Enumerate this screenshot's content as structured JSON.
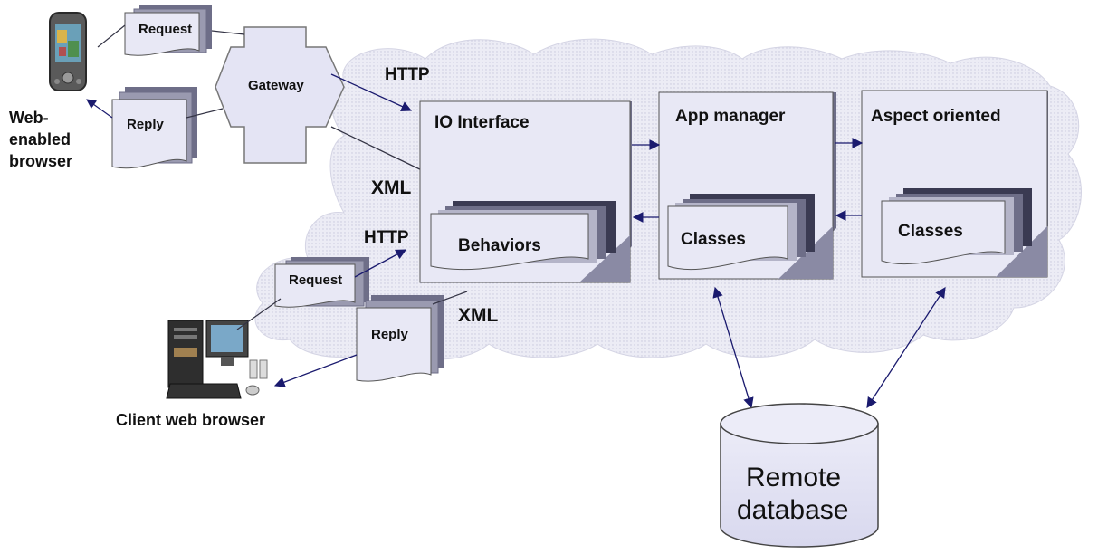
{
  "pda": {
    "caption": [
      "Web-",
      "enabled",
      "browser"
    ]
  },
  "pda_docs": {
    "request": "Request",
    "reply": "Reply"
  },
  "gateway": {
    "label": "Gateway"
  },
  "client": {
    "caption": "Client web browser"
  },
  "client_docs": {
    "request": "Request",
    "reply": "Reply"
  },
  "protocols": {
    "http_top": "HTTP",
    "xml_top": "XML",
    "http_bottom": "HTTP",
    "xml_bottom": "XML"
  },
  "io_interface": {
    "title": "IO Interface",
    "inner": "Behaviors"
  },
  "app_manager": {
    "title": "App manager",
    "inner": "Classes"
  },
  "aspect": {
    "title": "Aspect oriented",
    "inner": "Classes"
  },
  "database": {
    "line1": "Remote",
    "line2": "database"
  },
  "colors": {
    "cloud": "#e6e6f2",
    "box": "#e8e8f5",
    "box_shadow": "#6e6e88",
    "inner_back": "#3a3a52",
    "arrow": "#1a1a6e",
    "line": "#333344"
  }
}
